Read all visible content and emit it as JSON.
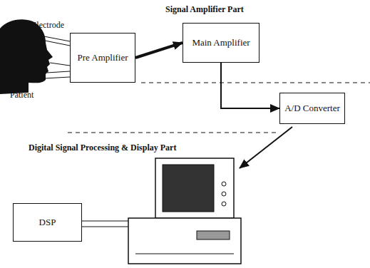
{
  "diagram": {
    "nodes": [
      {
        "text": [
          "Pre Amplifier"
        ]
      },
      {
        "text": [
          "Main Amplifier"
        ]
      },
      {
        "text": [
          "A/D Converter"
        ]
      },
      {
        "text": [
          "DSP"
        ]
      }
    ],
    "edges": [
      {
        "from": 0,
        "to": 1,
        "arrow": "to"
      },
      {
        "from": 1,
        "to": 2,
        "arrow": "to"
      }
    ],
    "labels": [
      "Signal Amplifier Part",
      "Electrode",
      "Patient",
      "Digital Signal Processing & Display Part"
    ]
  }
}
